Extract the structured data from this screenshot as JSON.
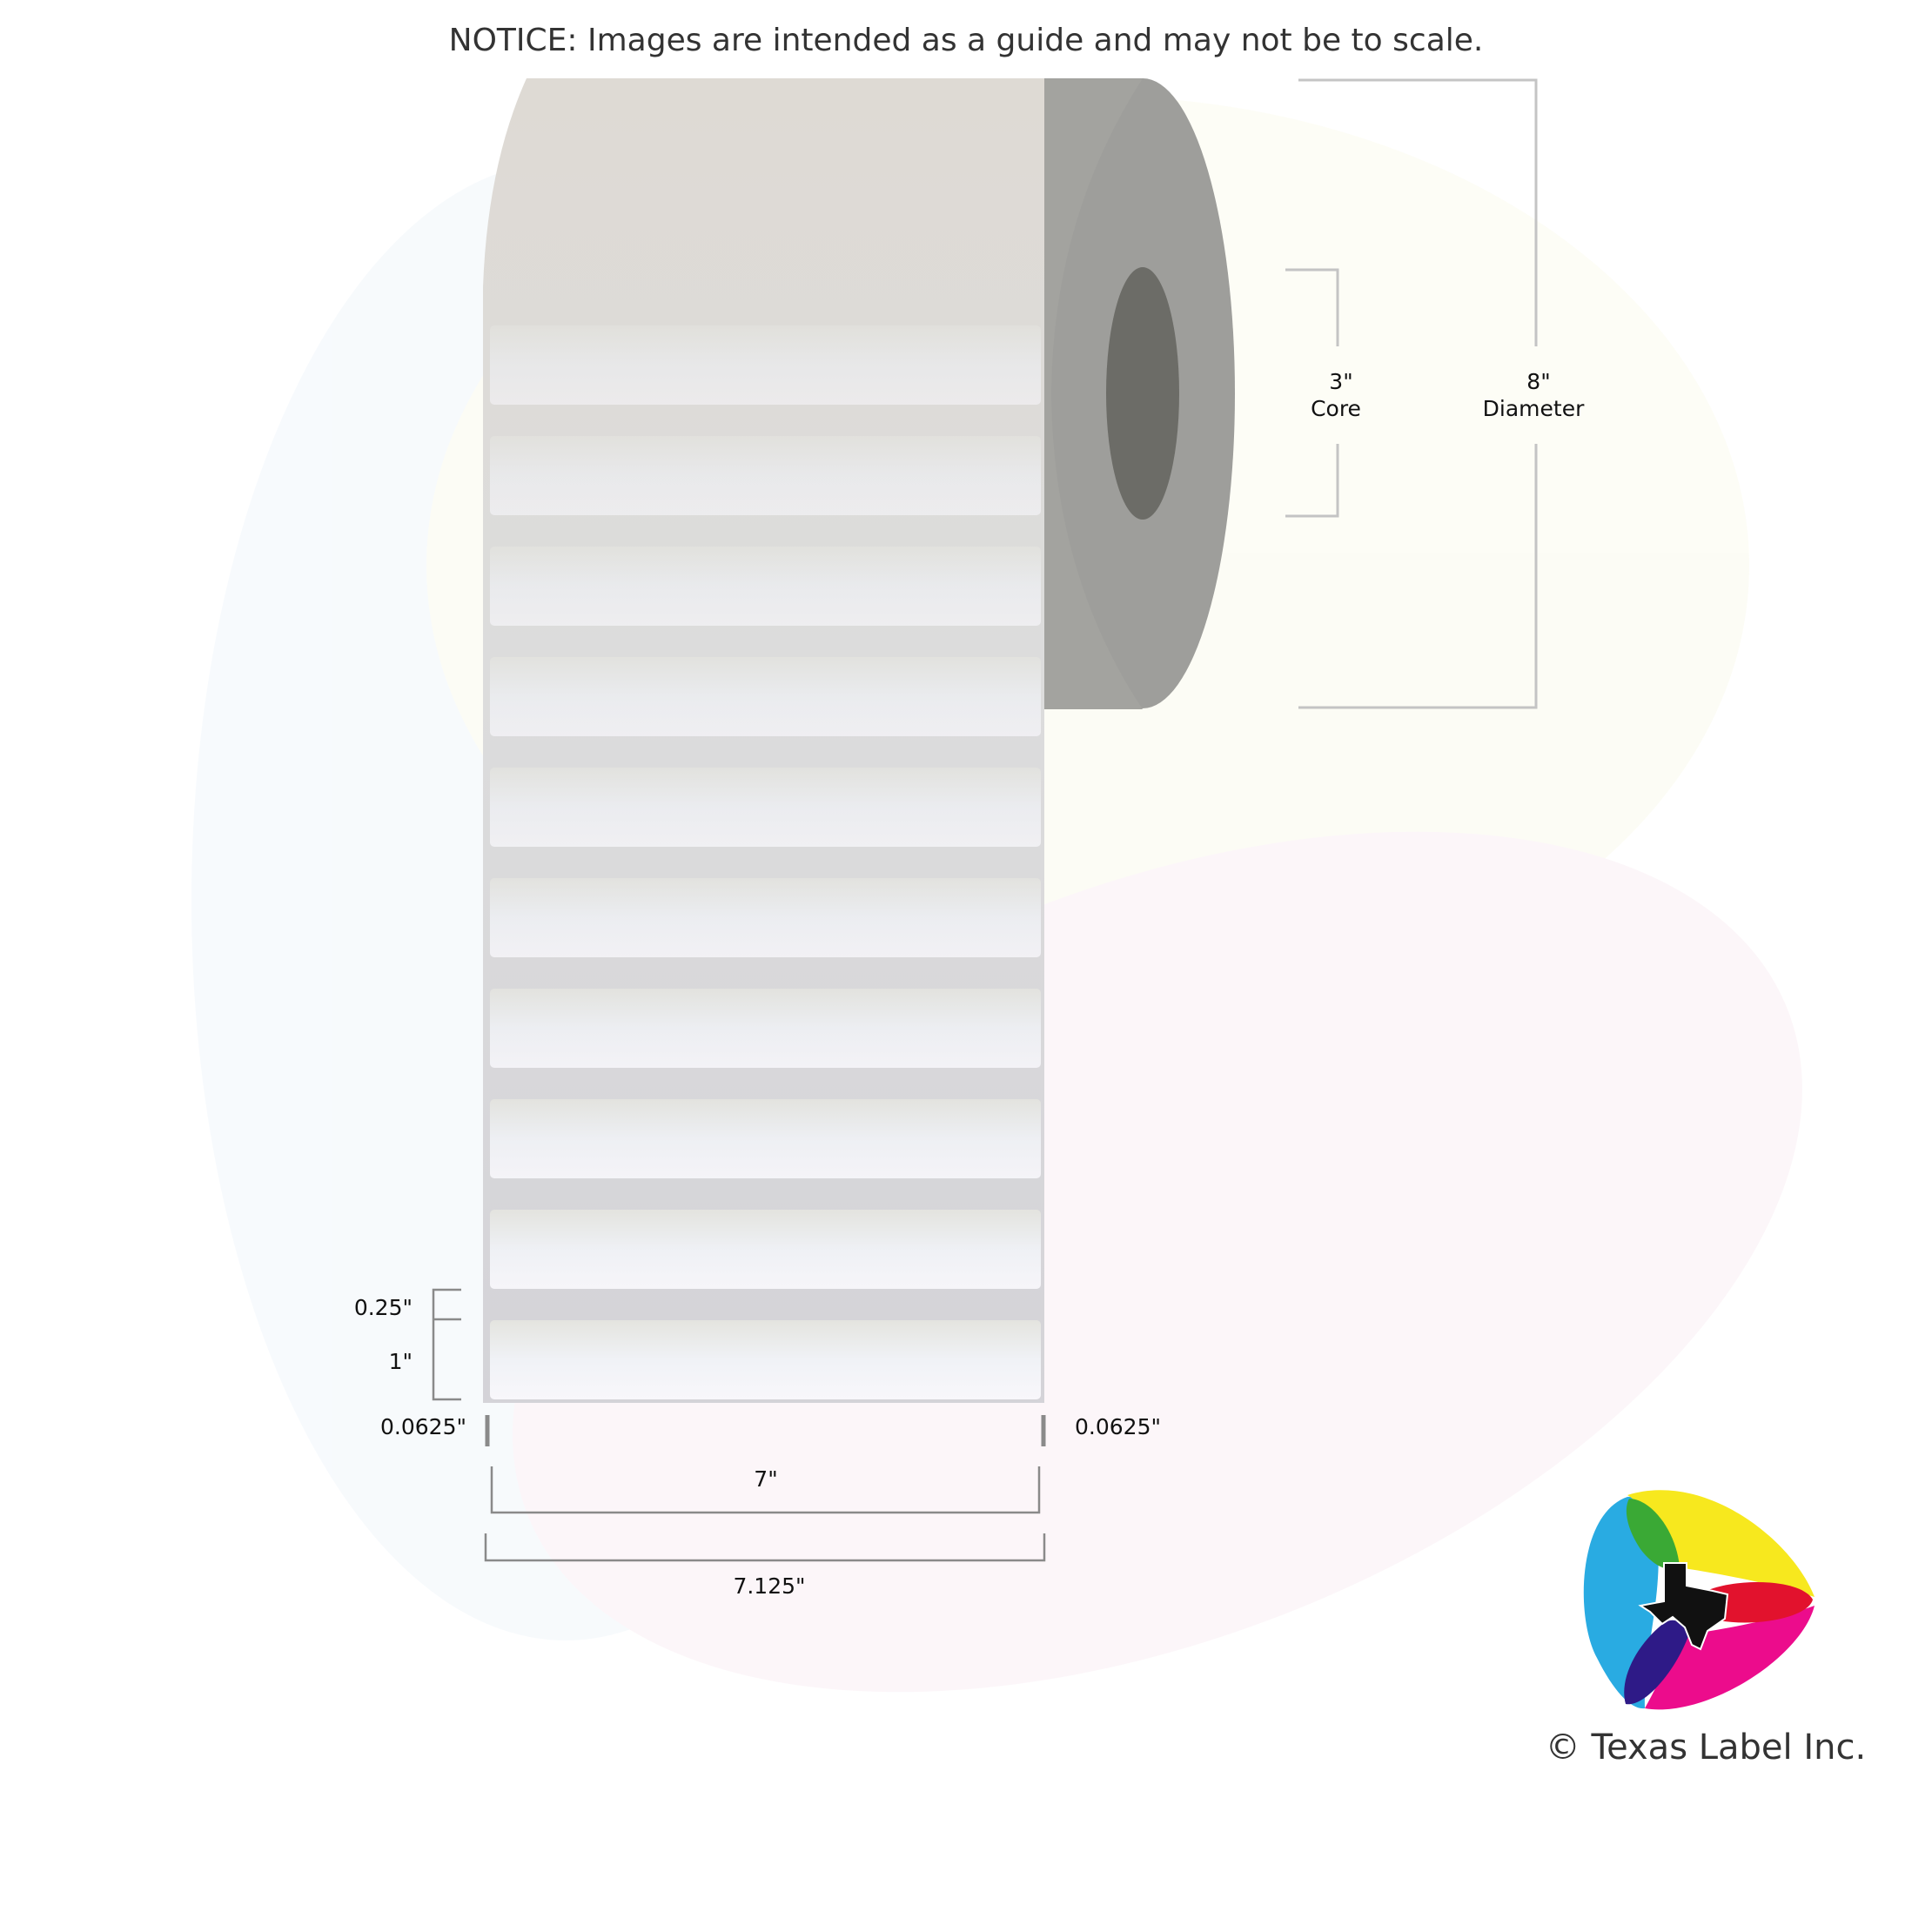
{
  "notice": "NOTICE: Images are intended as a guide and may not be to scale.",
  "dimensions": {
    "core": {
      "value": "3\"",
      "label": "Core"
    },
    "diameter": {
      "value": "8\"",
      "label": "Diameter"
    },
    "gap": "0.25\"",
    "label_height": "1\"",
    "left_margin": "0.0625\"",
    "right_margin": "0.0625\"",
    "label_width": "7\"",
    "liner_width": "7.125\""
  },
  "roll": {
    "visible_label_count": 10
  },
  "logo": {
    "icon": "texas-state-icon",
    "colors": [
      "#29abe2",
      "#f7e81e",
      "#ec0c8c",
      "#e2122d",
      "#2e1a87",
      "#3aa935"
    ]
  },
  "copyright": "© Texas Label Inc."
}
